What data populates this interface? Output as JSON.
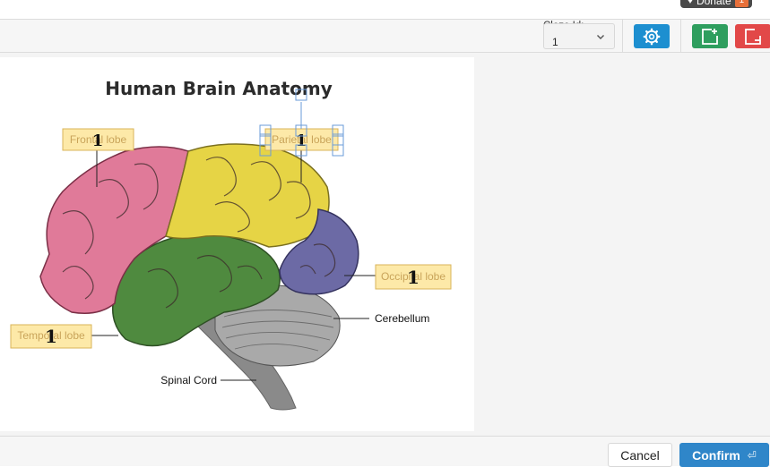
{
  "topbar": {
    "donate_label": "Donate",
    "donate_count": "1"
  },
  "toolbar": {
    "cloze_label": "Cloze Id:",
    "cloze_value": "1",
    "settings_color": "#1d8fd0",
    "add_color": "#2e9e5e",
    "remove_color": "#e24848"
  },
  "image": {
    "title": "Human Brain Anatomy",
    "labels": {
      "cerebellum": "Cerebellum",
      "spinal_cord": "Spinal Cord"
    },
    "occlusions": [
      {
        "text": "Frontal lobe",
        "cloze": "1"
      },
      {
        "text": "Parietal lobe",
        "cloze": "1"
      },
      {
        "text": "Occipital lobe",
        "cloze": "1"
      },
      {
        "text": "Temporal lobe",
        "cloze": "1"
      }
    ],
    "colors": {
      "frontal": "#e07a99",
      "parietal": "#e6d445",
      "temporal": "#4f8a3f",
      "occipital": "#6c6aa5",
      "cerebellum": "#a9a9a9",
      "occlusion_fill": "#fde9a8",
      "occlusion_border": "#d9b45a"
    }
  },
  "footer": {
    "cancel_label": "Cancel",
    "confirm_label": "Confirm",
    "confirm_hint": "⏎"
  }
}
